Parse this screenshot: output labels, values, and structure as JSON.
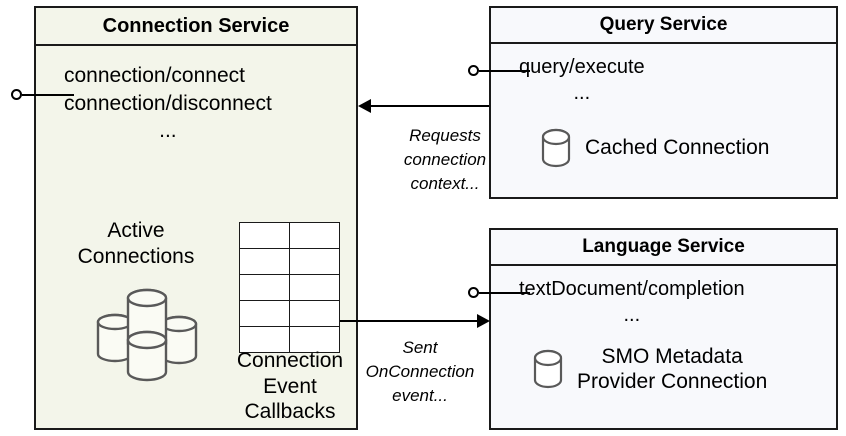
{
  "diagram": {
    "title": "Connection Service component diagram",
    "colors": {
      "connection_service_fill": "#F3F5EA",
      "right_service_fill": "#F8F9FC",
      "border": "#1A1A1A",
      "icon_stroke": "#595959",
      "text": "#000000"
    }
  },
  "components": {
    "connection_service": {
      "title": "Connection Service",
      "operations": [
        "connection/connect",
        "connection/disconnect"
      ],
      "ellipsis": "...",
      "active_connections_label": "Active\nConnections",
      "active_connections_line1": "Active",
      "active_connections_line2": "Connections",
      "callbacks_label_line1": "Connection",
      "callbacks_label_line2": "Event",
      "callbacks_label_line3": "Callbacks",
      "callback_table": {
        "rows": 5,
        "columns": 2
      },
      "icons": {
        "database_cluster": "database-cluster-icon",
        "table_grid": "table-grid-icon"
      }
    },
    "query_service": {
      "title": "Query Service",
      "operations": [
        "query/execute"
      ],
      "ellipsis": "...",
      "resource_label": "Cached Connection",
      "icons": {
        "database": "database-cylinder-icon"
      }
    },
    "language_service": {
      "title": "Language Service",
      "operations": [
        "textDocument/completion"
      ],
      "ellipsis": "...",
      "resource_label_line1": "SMO Metadata",
      "resource_label_line2": "Provider Connection",
      "icons": {
        "database": "database-cylinder-icon"
      }
    }
  },
  "connectors": {
    "lollipops": [
      {
        "name": "connection-service-interface",
        "owner": "connection_service"
      },
      {
        "name": "query-service-interface",
        "owner": "query_service"
      },
      {
        "name": "language-service-interface",
        "owner": "language_service"
      }
    ],
    "arrows": [
      {
        "name": "query-to-connection-arrow",
        "from": "query_service",
        "to": "connection_service",
        "direction": "left",
        "label_line1": "Requests",
        "label_line2": "connection",
        "label_line3": "context..."
      },
      {
        "name": "connection-to-language-arrow",
        "from": "connection_service",
        "to": "language_service",
        "direction": "right",
        "label_line1": "Sent",
        "label_line2": "OnConnection",
        "label_line3": "event..."
      }
    ]
  }
}
